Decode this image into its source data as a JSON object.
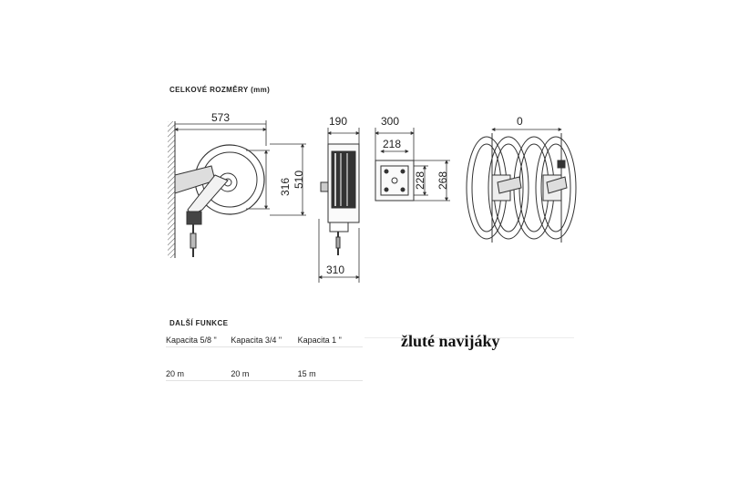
{
  "dimensions": {
    "title": "CELKOVÉ ROZMĚRY (mm)",
    "labels": {
      "width_total": "573",
      "height_inner": "316",
      "height_total": "510",
      "depth_top": "190",
      "depth_bottom": "310",
      "bracket_width": "300",
      "bracket_inner_width": "218",
      "bracket_height_inner": "228",
      "bracket_height_outer": "268",
      "multi_gap": "0"
    }
  },
  "functions": {
    "title": "DALŠÍ FUNKCE",
    "headers": [
      "Kapacita 5/8 \"",
      "Kapacita 3/4 \"",
      "Kapacita 1 \""
    ],
    "values": [
      "20 m",
      "20 m",
      "15 m"
    ]
  },
  "caption": "žluté navijáky",
  "colors": {
    "line": "#333333",
    "text": "#222222"
  }
}
